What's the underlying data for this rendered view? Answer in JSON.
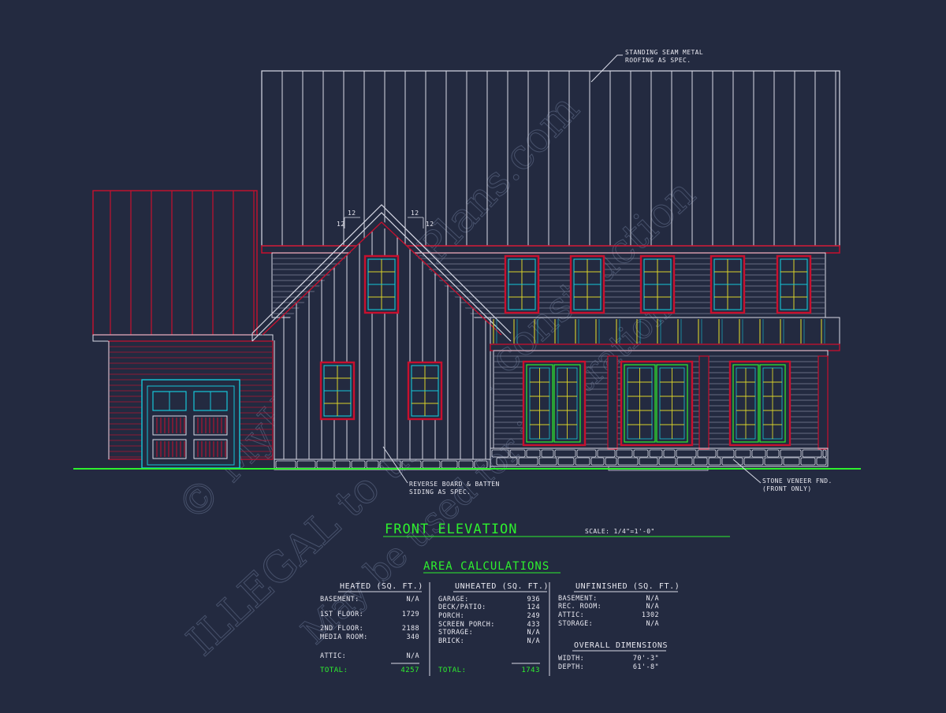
{
  "notes": {
    "roof": [
      "STANDING SEAM METAL",
      "ROOFING AS SPEC."
    ],
    "siding": [
      "REVERSE BOARD & BATTEN",
      "SIDING AS SPEC."
    ],
    "stone": [
      "STONE VENEER FND.",
      "(FRONT ONLY)"
    ],
    "pitch": "12"
  },
  "title": {
    "text": "FRONT ELEVATION",
    "scale": "SCALE: 1/4\"=1'-0\""
  },
  "area": {
    "title": "AREA CALCULATIONS",
    "heated": {
      "header": "HEATED (SQ. FT.)",
      "rows": [
        {
          "label": "BASEMENT:",
          "value": "N/A"
        },
        {
          "label": "1ST FLOOR:",
          "value": "1729"
        },
        {
          "label": "2ND FLOOR:",
          "value": "2188"
        },
        {
          "label": "MEDIA ROOM:",
          "value": "340"
        },
        {
          "label": "ATTIC:",
          "value": "N/A"
        }
      ],
      "total": {
        "label": "TOTAL:",
        "value": "4257"
      }
    },
    "unheated": {
      "header": "UNHEATED (SQ. FT.)",
      "rows": [
        {
          "label": "GARAGE:",
          "value": "936"
        },
        {
          "label": "DECK/PATIO:",
          "value": "124"
        },
        {
          "label": "PORCH:",
          "value": "249"
        },
        {
          "label": "SCREEN PORCH:",
          "value": "433"
        },
        {
          "label": "STORAGE:",
          "value": "N/A"
        },
        {
          "label": "BRICK:",
          "value": "N/A"
        }
      ],
      "total": {
        "label": "TOTAL:",
        "value": "1743"
      }
    },
    "unfinished": {
      "header": "UNFINISHED (SQ. FT.)",
      "rows": [
        {
          "label": "BASEMENT:",
          "value": "N/A"
        },
        {
          "label": "REC. ROOM:",
          "value": "N/A"
        },
        {
          "label": "ATTIC:",
          "value": "1302"
        },
        {
          "label": "STORAGE:",
          "value": "N/A"
        }
      ]
    },
    "dimensions": {
      "header": "OVERALL DIMENSIONS",
      "rows": [
        {
          "label": "WIDTH:",
          "value": "70'-3\""
        },
        {
          "label": "DEPTH:",
          "value": "61'-8\""
        }
      ]
    }
  },
  "watermark": {
    "line1": "© MyHomeFloorPlans.com",
    "line2": "ILLEGAL to use for construction",
    "line3": "May be used for illustration"
  },
  "colors": {
    "background": "#232a40",
    "red": "#c8102e",
    "cyan": "#16c7d8",
    "yellow": "#d9d22a",
    "green": "#2ef02e",
    "white": "#d8dae6"
  }
}
